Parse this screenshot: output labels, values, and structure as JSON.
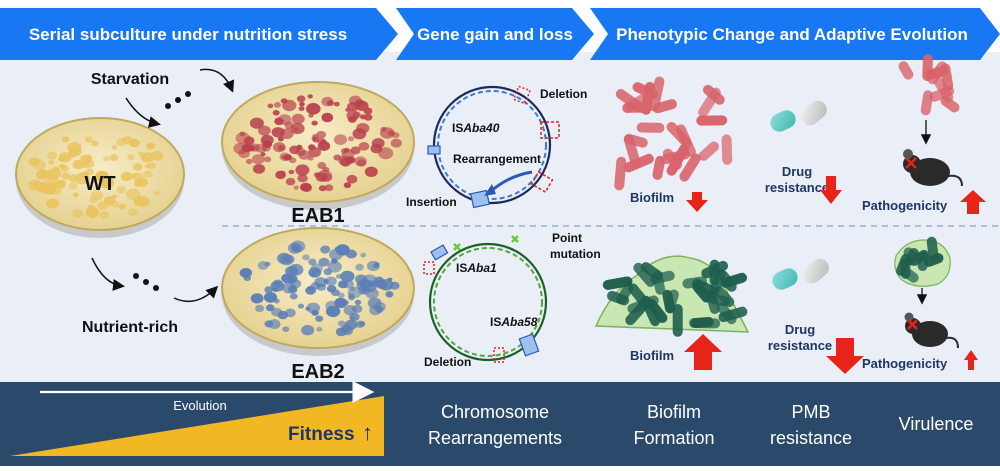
{
  "banner": {
    "step1": "Serial subculture under nutrition stress",
    "step2": "Gene gain and loss",
    "step3": "Phenotypic Change and Adaptive Evolution"
  },
  "left": {
    "starvation": "Starvation",
    "nutrient_rich": "Nutrient-rich",
    "wt": "WT",
    "eab1": "EAB1",
    "eab2": "EAB2"
  },
  "chrom_top": {
    "deletion": "Deletion",
    "is_prefix": "IS",
    "is_name": "Aba40",
    "rearrangement": "Rearrangement",
    "insertion": "Insertion"
  },
  "chrom_bottom": {
    "point1": "Point",
    "point2": "mutation",
    "is1_prefix": "IS",
    "is1_name": "Aba1",
    "is2_prefix": "IS",
    "is2_name": "Aba58",
    "deletion": "Deletion"
  },
  "phenotype_top": {
    "biofilm": "Biofilm",
    "drug1": "Drug",
    "drug2": "resistance",
    "pathogenicity": "Pathogenicity"
  },
  "phenotype_bottom": {
    "biofilm": "Biofilm",
    "drug1": "Drug",
    "drug2": "resistance",
    "pathogenicity": "Pathogenicity"
  },
  "footer": {
    "evolution": "Evolution",
    "fitness": "Fitness",
    "fitness_arrow": "↑",
    "col1a": "Chromosome",
    "col1b": "Rearrangements",
    "col2a": "Biofilm",
    "col2b": "Formation",
    "col3a": "PMB",
    "col3b": "resistance",
    "col4": "Virulence"
  },
  "colors": {
    "banner_blue": "#1877f2",
    "panel_bg": "#e9eef7",
    "footer_navy": "#2b4a6b",
    "fitness_gold": "#f2b824",
    "label_navy": "#1f3566",
    "arrow_red": "#e8231a",
    "eab1_colony": "#b9414e",
    "eab2_colony": "#5b7fb6",
    "wt_colony": "#e9c45f",
    "biofilm_green": "#1f5e4d",
    "bacteria_red": "#d9636b"
  }
}
